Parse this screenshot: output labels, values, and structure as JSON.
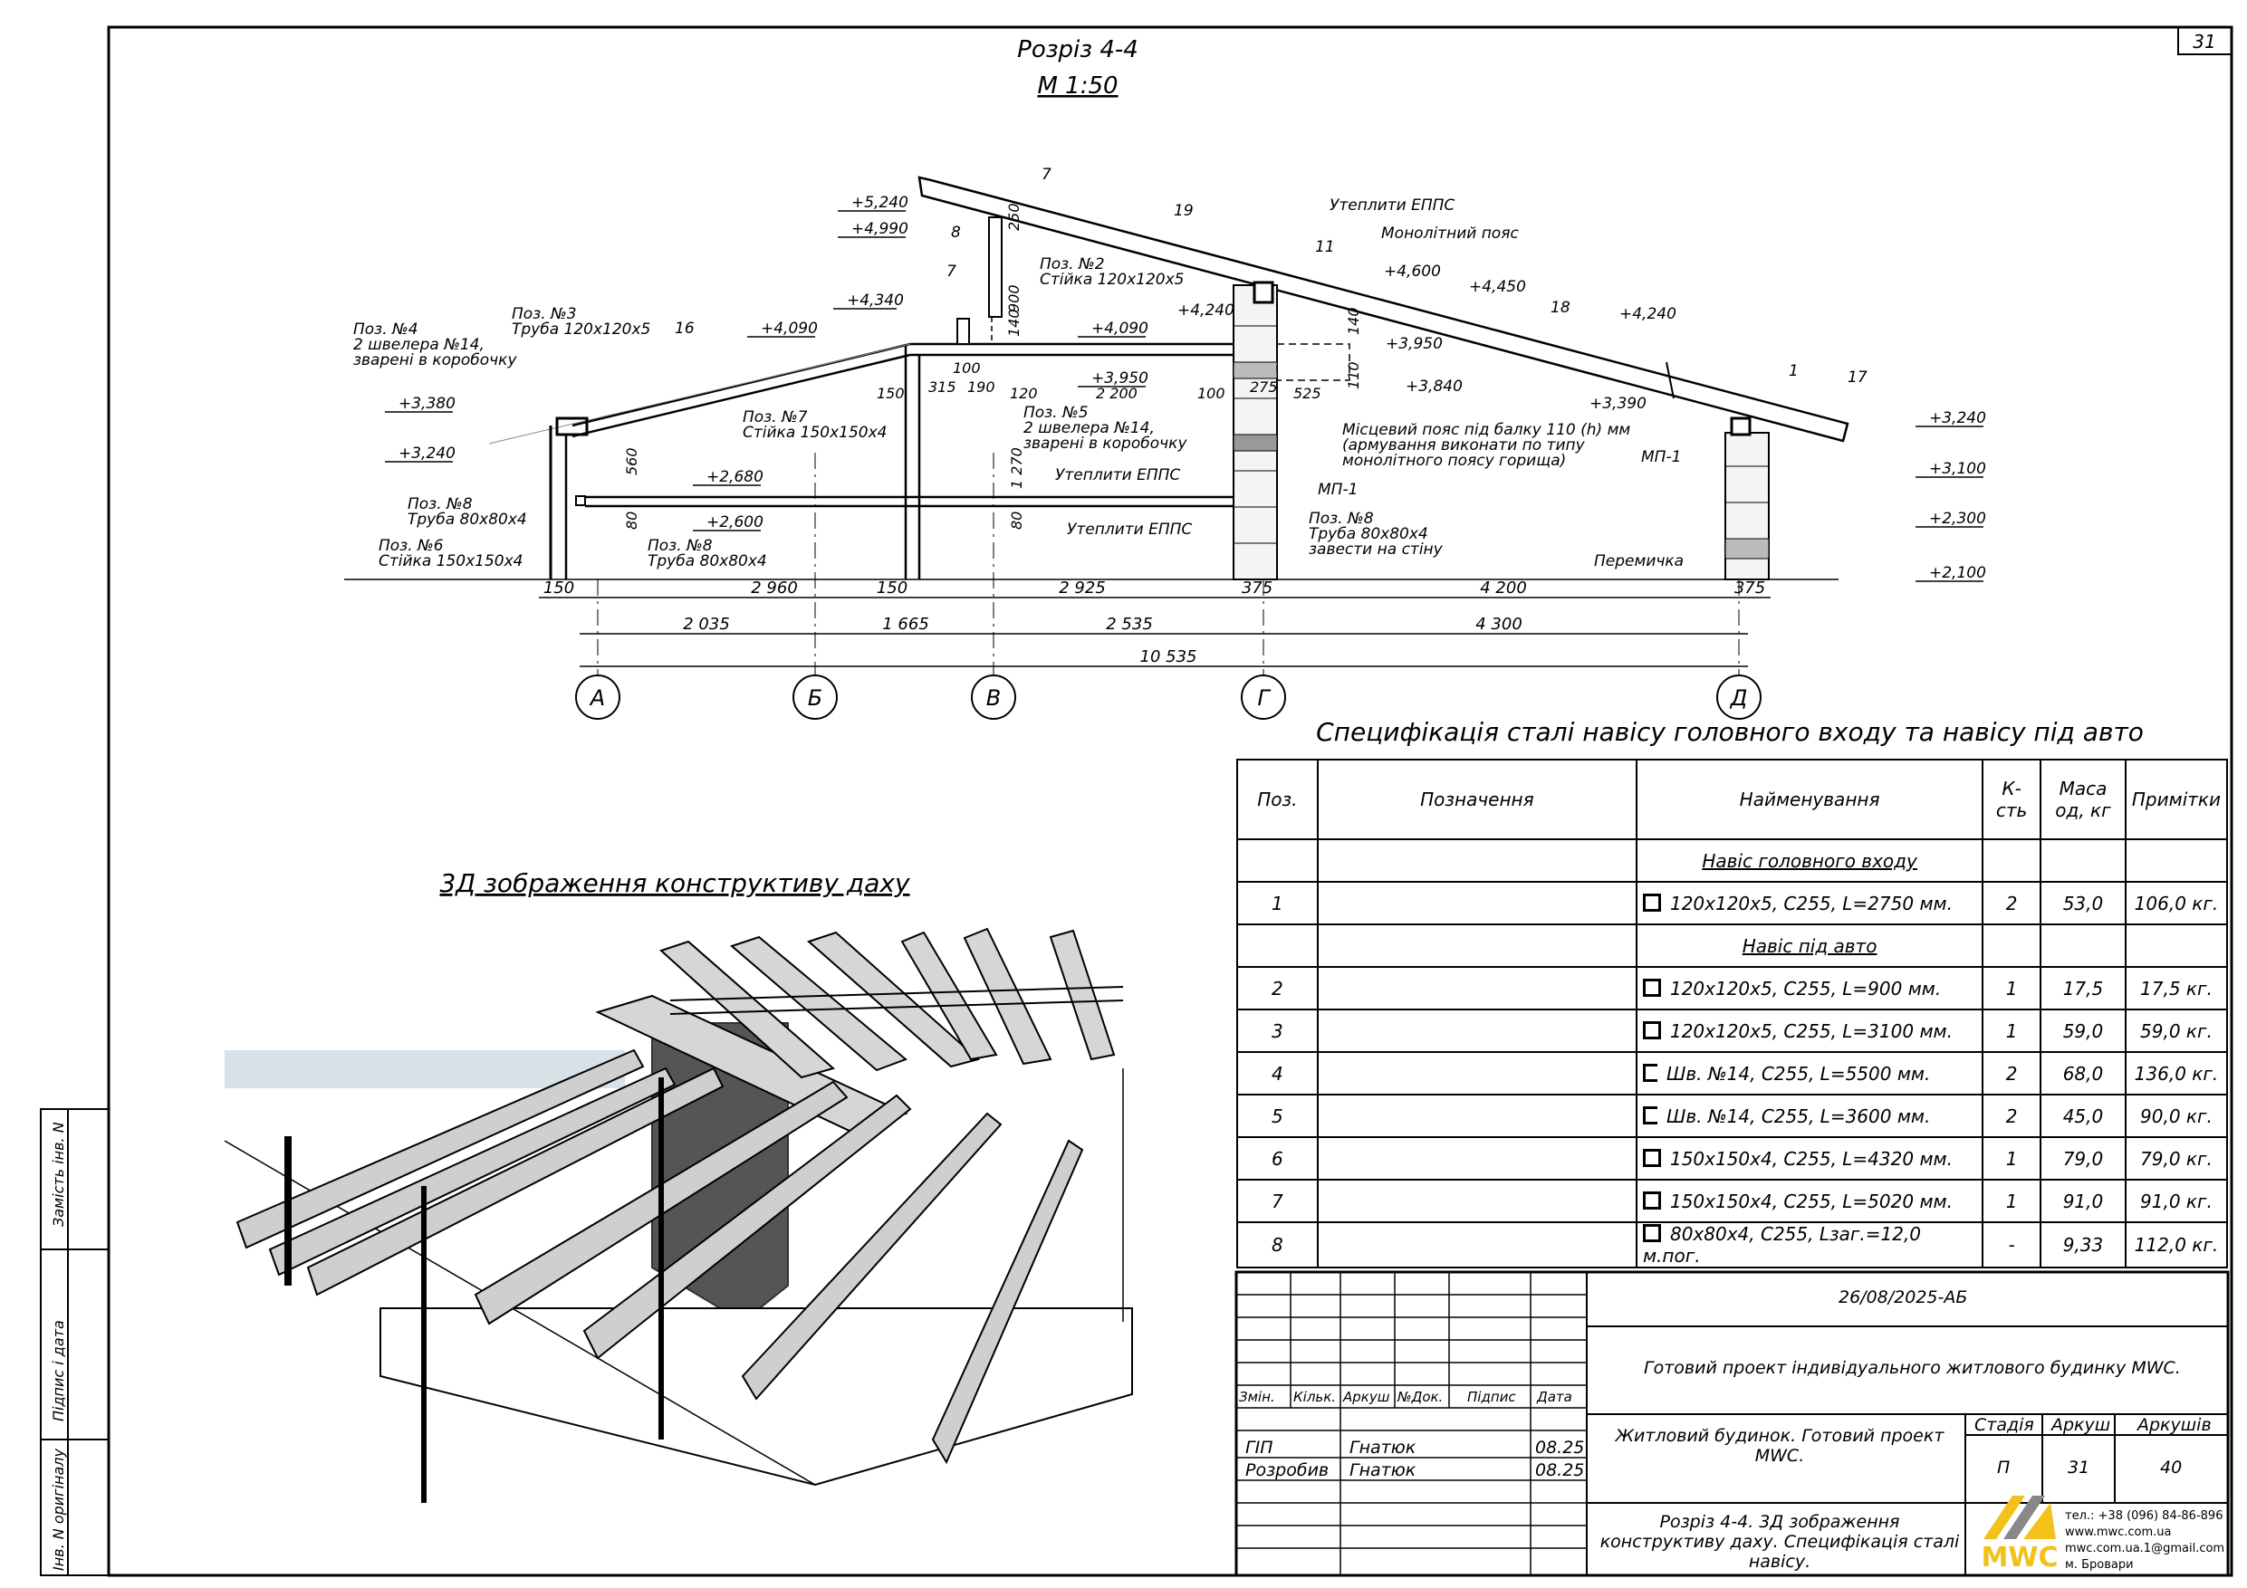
{
  "sheet_number": "31",
  "section": {
    "title": "Розріз 4-4",
    "scale": "М 1:50"
  },
  "elevations": {
    "e5240": "+5,240",
    "e4990": "+4,990",
    "e4340": "+4,340",
    "e4090a": "+4,090",
    "e4090b": "+4,090",
    "e3950a": "+3,950",
    "e3950b": "+3,950",
    "e3840": "+3,840",
    "e4240a": "+4,240",
    "e4240b": "+4,240",
    "e4600": "+4,600",
    "e4450": "+4,450",
    "e3380": "+3,380",
    "e3240a": "+3,240",
    "e3390": "+3,390",
    "e3240b": "+3,240",
    "e3100": "+3,100",
    "e2680": "+2,680",
    "e2600": "+2,600",
    "e2300": "+2,300",
    "e2100": "+2,100"
  },
  "labels": {
    "pos4": [
      "Поз. №4",
      "2 швелера №14,",
      "зварені в коробочку"
    ],
    "pos3": [
      "Поз. №3",
      "Труба 120х120х5"
    ],
    "pos2": [
      "Поз. №2",
      "Стійка 120х120х5"
    ],
    "pos5": [
      "Поз. №5",
      "2 швелера №14,",
      "зварені в коробочку"
    ],
    "pos7": [
      "Поз. №7",
      "Стійка 150х150х4"
    ],
    "pos8a": [
      "Поз. №8",
      "Труба 80х80х4"
    ],
    "pos6": [
      "Поз. №6",
      "Стійка 150х150х4"
    ],
    "pos8b": [
      "Поз. №8",
      "Труба 80х80х4"
    ],
    "pos8c": [
      "Поз. №8",
      "Труба 80х80х4",
      "завести на стіну"
    ],
    "insul_top": "Утеплити ЕППС",
    "insul_mid": "Утеплити ЕППС",
    "insul_low": "Утеплити ЕППС",
    "mono_belt": "Монолітний пояс",
    "local_belt": [
      "Місцевий пояс під балку 110 (h) мм",
      "(армування виконати по типу",
      "монолітного поясу горища)"
    ],
    "mp1a": "МП-1",
    "mp1b": "МП-1",
    "lintel": "Перемичка",
    "n1": "1",
    "n7a": "7",
    "n7b": "7",
    "n8": "8",
    "n11": "11",
    "n16": "16",
    "n17": "17",
    "n18": "18",
    "n19": "19"
  },
  "dims": {
    "d250": "250",
    "d900": "900",
    "d140a": "140",
    "d140b": "140",
    "d110": "110",
    "d560": "560",
    "d80a": "80",
    "d80b": "80",
    "d1270": "1 270",
    "d100a": "100",
    "d100b": "100",
    "d315": "315",
    "d190": "190",
    "d120": "120",
    "d150a": "150",
    "d2200": "2 200",
    "d275": "275",
    "d525": "525",
    "row1": [
      "150",
      "2 960",
      "150",
      "2 925",
      "375",
      "4 200",
      "375"
    ],
    "row2": [
      "2 035",
      "1 665",
      "2 535",
      "4 300"
    ],
    "total": "10 535"
  },
  "axes": [
    "А",
    "Б",
    "В",
    "Г",
    "Д"
  ],
  "view3d_title": "3Д зображення конструктиву даху",
  "spec": {
    "title": "Специфікація сталі навісу головного входу та навісу під авто",
    "headers": [
      "Поз.",
      "Позначення",
      "Найменування",
      "К-сть",
      "Маса од, кг",
      "Примітки"
    ],
    "group1": "Навіс головного входу",
    "group2": "Навіс під авто",
    "rows": [
      {
        "pos": "1",
        "shape": "square",
        "name": "120х120х5,   С255,   L=2750 мм.",
        "qty": "2",
        "mass": "53,0",
        "note": "106,0 кг."
      },
      {
        "pos": "2",
        "shape": "square",
        "name": "120х120х5,   С255,   L=900 мм.",
        "qty": "1",
        "mass": "17,5",
        "note": "17,5 кг."
      },
      {
        "pos": "3",
        "shape": "square",
        "name": "120х120х5,   С255,   L=3100 мм.",
        "qty": "1",
        "mass": "59,0",
        "note": "59,0 кг."
      },
      {
        "pos": "4",
        "shape": "channel",
        "name": "Шв. №14,     С255,   L=5500 мм.",
        "qty": "2",
        "mass": "68,0",
        "note": "136,0 кг."
      },
      {
        "pos": "5",
        "shape": "channel",
        "name": "Шв. №14,     С255,   L=3600 мм.",
        "qty": "2",
        "mass": "45,0",
        "note": "90,0 кг."
      },
      {
        "pos": "6",
        "shape": "square",
        "name": "150х150х4,    С255,   L=4320 мм.",
        "qty": "1",
        "mass": "79,0",
        "note": "79,0 кг."
      },
      {
        "pos": "7",
        "shape": "square",
        "name": "150х150х4,    С255,   L=5020 мм.",
        "qty": "1",
        "mass": "91,0",
        "note": "91,0 кг."
      },
      {
        "pos": "8",
        "shape": "square",
        "name": "80х80х4,   С255,   Lзаг.=12,0 м.пог.",
        "qty": "-",
        "mass": "9,33",
        "note": "112,0 кг."
      }
    ]
  },
  "title_block": {
    "code": "26/08/2025-АБ",
    "project": "Готовий проект індивідуального житлового будинку MWC.",
    "cols": [
      "Змін.",
      "Кільк.",
      "Аркуш",
      "№Док.",
      "Підпис",
      "Дата"
    ],
    "gip": "ГІП",
    "gip_name": "Гнатюк",
    "gip_date": "08.25",
    "dev": "Розробив",
    "dev_name": "Гнатюк",
    "dev_date": "08.25",
    "building": "Житловий будинок. Готовий проект MWC.",
    "stage_label": "Стадія",
    "sheet_label": "Аркуш",
    "sheets_label": "Аркушів",
    "stage": "П",
    "sheet": "31",
    "sheets": "40",
    "content": "Розріз 4-4. 3Д зображення конструктиву даху. Специфікація сталі навісу.",
    "logo": "MWC",
    "contacts": [
      "тел.: +38 (096) 84-86-896",
      "www.mwc.com.ua",
      "mwc.com.ua.1@gmail.com",
      "м. Бровари"
    ]
  },
  "side_stamp": [
    "Замість інв. N",
    "Підпис і дата",
    "Інв. N оригіналу"
  ]
}
